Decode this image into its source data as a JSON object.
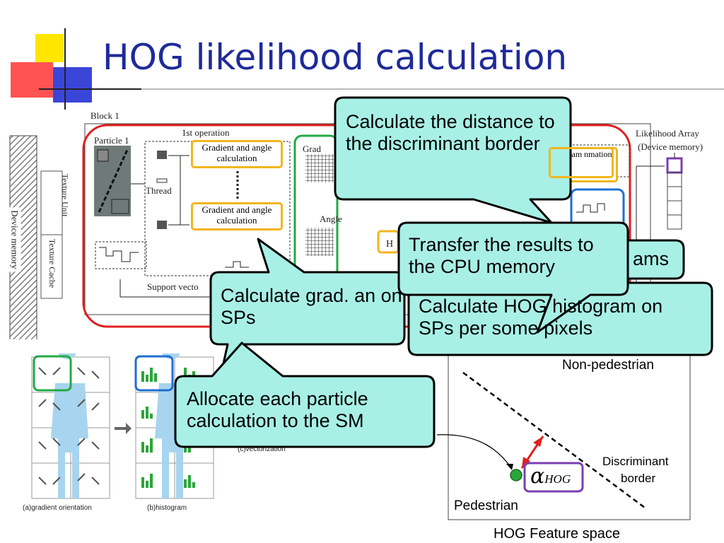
{
  "slide": {
    "title": "HOG likelihood calculation"
  },
  "diagram": {
    "block_label": "Block 1",
    "particle_label": "Particle 1",
    "first_operation": "1st operation",
    "gradient_box_1": "Gradient and angle calculation",
    "gradient_box_2": "Gradient and angle calculation",
    "thread_label": "Thread",
    "grad_label": "Grad",
    "angle_label": "Angle",
    "texture_unit": "Texture Unit",
    "texture_cache": "Texture Cache",
    "device_memory": "Device memory",
    "support_vector": "Support vecto",
    "histogram_box": "stogram nmation",
    "likelihood_array": "Likelihood Array",
    "likelihood_array_sub": "(Device memory)",
    "h_fragment": "H"
  },
  "callouts": {
    "distance": "Calculate the distance to the discriminant border",
    "transfer": "Transfer the results to the CPU memory",
    "grad": "Calculate grad. an on SPs",
    "hog_hist": "Calculate HOG histogram on SPs per some pixels",
    "allocate": "Allocate each particle calculation to the SM",
    "ams_fragment": "ams"
  },
  "feature_space": {
    "non_pedestrian": "Non-pedestrian",
    "pedestrian": "Pedestrian",
    "discriminant": "Discriminant",
    "border": "border",
    "caption": "HOG Feature space",
    "alpha_symbol": "α",
    "alpha_sub": "HOG"
  },
  "bottom_figure": {
    "caption_a": "(a)gradient orientation",
    "caption_b": "(b)histogram",
    "caption_c": "(c)vectorization"
  },
  "colors": {
    "title": "#1f2a9a",
    "callout_fill": "#a8f0e6",
    "red_block": "#e02020",
    "orange_box": "#f2b51d",
    "green_box": "#22aa44",
    "blue_box": "#1f6fd1",
    "purple_box": "#7a3fb0"
  }
}
